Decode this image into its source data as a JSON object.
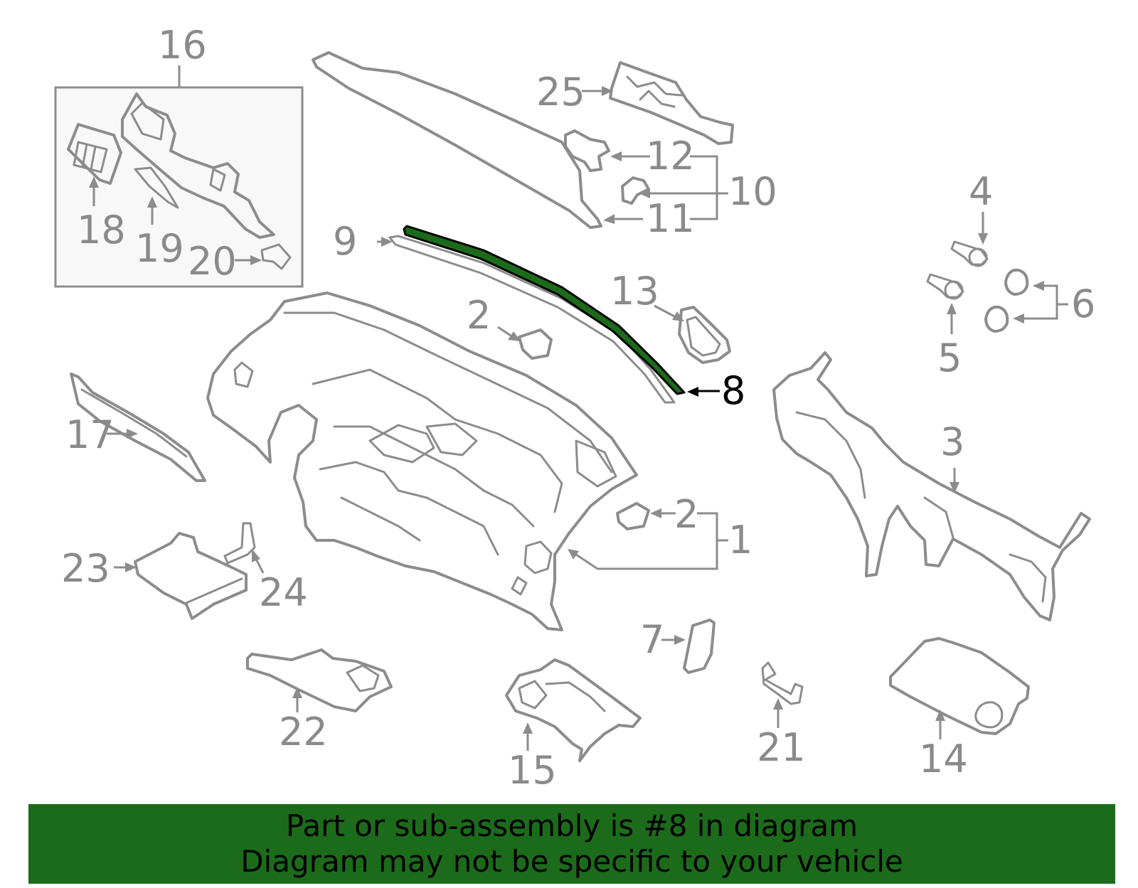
{
  "diagram": {
    "highlighted_part": "8",
    "highlight_color": "#1b6b1b",
    "part_color": "#8c8c8c",
    "callouts": {
      "c1": "1",
      "c2a": "2",
      "c2b": "2",
      "c3": "3",
      "c4": "4",
      "c5": "5",
      "c6": "6",
      "c7": "7",
      "c8": "8",
      "c9": "9",
      "c10": "10",
      "c11": "11",
      "c12": "12",
      "c13": "13",
      "c14": "14",
      "c15": "15",
      "c16": "16",
      "c17": "17",
      "c18": "18",
      "c19": "19",
      "c20": "20",
      "c21": "21",
      "c22": "22",
      "c23": "23",
      "c24": "24",
      "c25": "25"
    }
  },
  "banner": {
    "line1": "Part or sub-assembly is #8 in diagram",
    "line2": "Diagram may not be specific to your vehicle",
    "background": "#1b6b1b"
  }
}
